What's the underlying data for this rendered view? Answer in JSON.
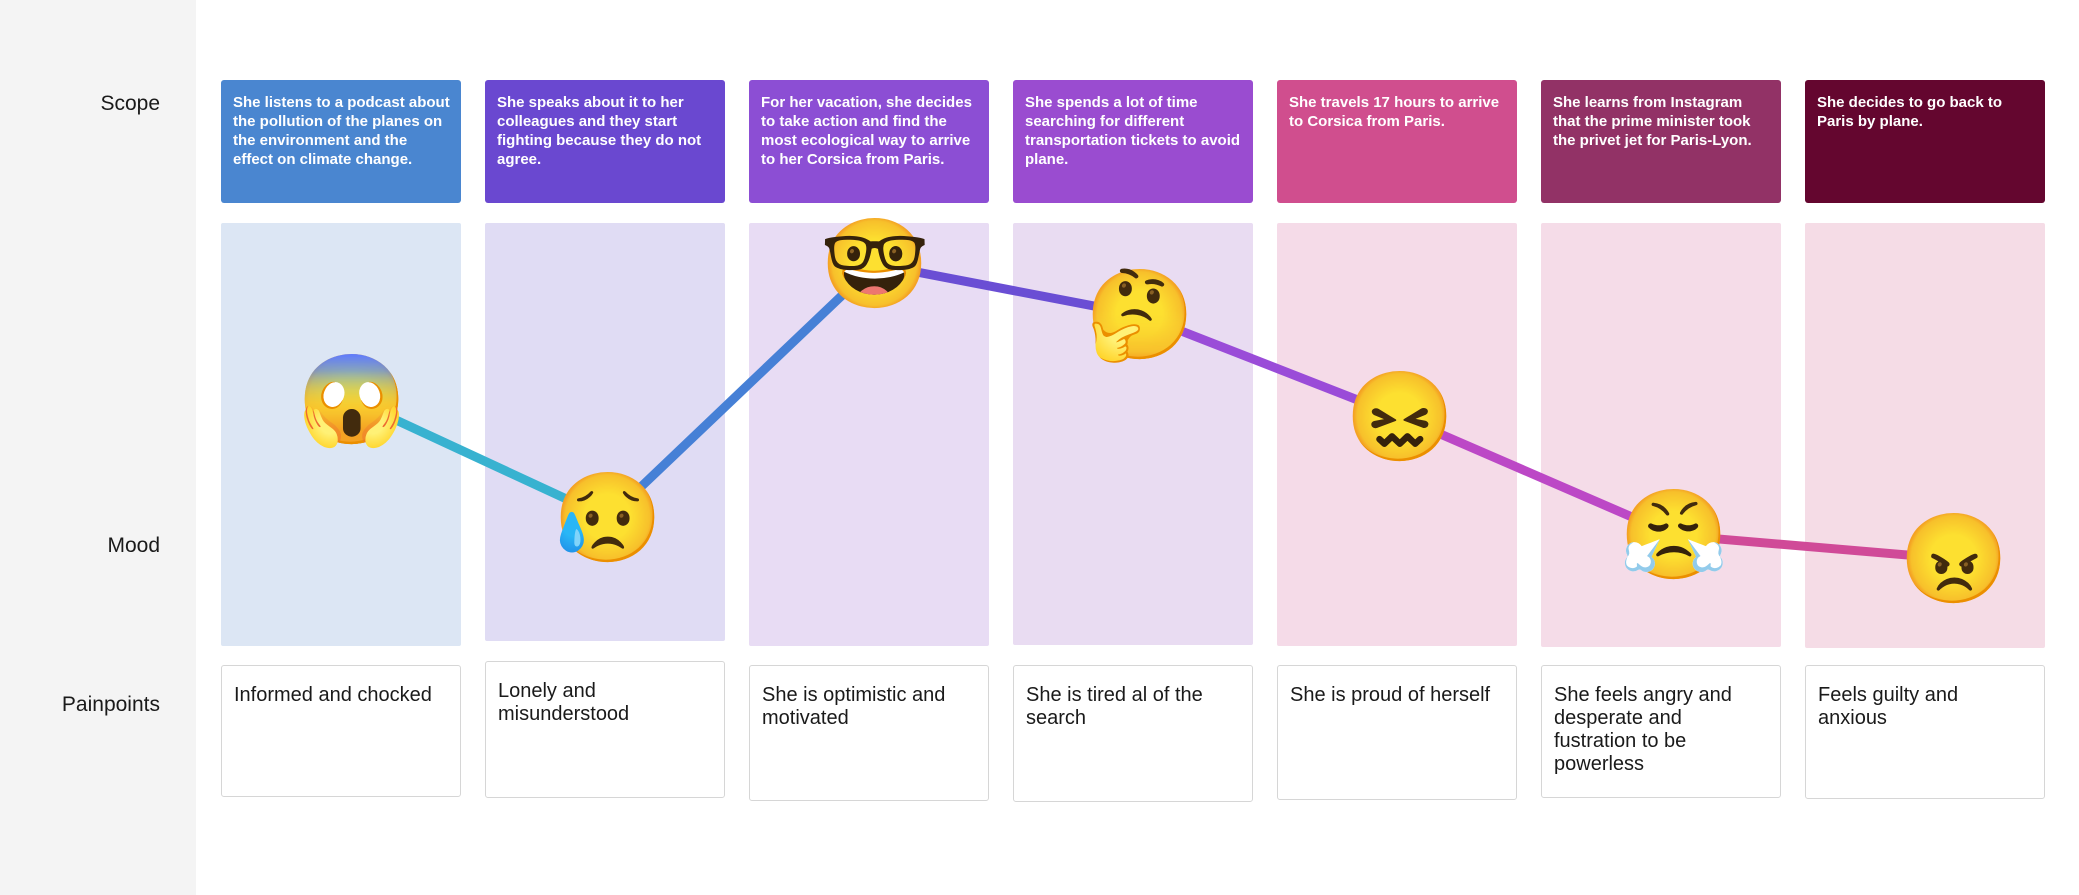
{
  "row_labels": {
    "scope": "Scope",
    "mood": "Mood",
    "painpoints": "Painpoints"
  },
  "steps": [
    {
      "scope": "She listens to a podcast about the pollution of the planes on the environment and the effect on climate change.",
      "painpoint": "Informed and chocked",
      "emoji": "😱",
      "emoji_name": "screaming-face-icon",
      "mood_level": 0.6,
      "card_color": "#4a86d0",
      "col_color": "#dce6f4"
    },
    {
      "scope": "She speaks about it to her colleagues and they start fighting because they do not agree.",
      "painpoint": "Lonely and misunderstood",
      "emoji": "😥",
      "emoji_name": "sad-sweat-face-icon",
      "mood_level": 0.25,
      "card_color": "#6a48d0",
      "col_color": "#e0dcf4"
    },
    {
      "scope": "For her vacation, she decides to take action and find the most ecological way to arrive to her Corsica from Paris.",
      "painpoint": "She is optimistic and motivated",
      "emoji": "🤓",
      "emoji_name": "nerd-face-icon",
      "mood_level": 1.0,
      "card_color": "#8c4ed4",
      "col_color": "#e8dcf4"
    },
    {
      "scope": "She spends a lot of time searching for different transportation tickets to avoid plane.",
      "painpoint": "She is tired al of the search",
      "emoji": "🤔",
      "emoji_name": "thinking-face-icon",
      "mood_level": 0.85,
      "card_color": "#9a4cd0",
      "col_color": "#e9dcf2"
    },
    {
      "scope": "She travels 17 hours  to arrive to Corsica from Paris.",
      "painpoint": "She is proud of herself",
      "emoji": "😖",
      "emoji_name": "confounded-face-icon",
      "mood_level": 0.55,
      "card_color": "#d04e8e",
      "col_color": "#f5dbe8"
    },
    {
      "scope": "She learns from Instagram that the prime minister took the privet jet for Paris-Lyon.",
      "painpoint": "She feels angry and desperate and fustration to be powerless",
      "emoji": "😤",
      "emoji_name": "steam-face-icon",
      "mood_level": 0.2,
      "card_color": "#923266",
      "col_color": "#f5dce8"
    },
    {
      "scope": "She decides to go back to Paris by plane.",
      "painpoint": "Feels guilty and anxious",
      "emoji": "😠",
      "emoji_name": "angry-face-icon",
      "mood_level": 0.13,
      "card_color": "#64062f",
      "col_color": "#f5dce6"
    }
  ],
  "line_colors": [
    "#38b2d0",
    "#4680d6",
    "#6a4ed4",
    "#9a4cd8",
    "#bc48c6",
    "#d04a98"
  ]
}
